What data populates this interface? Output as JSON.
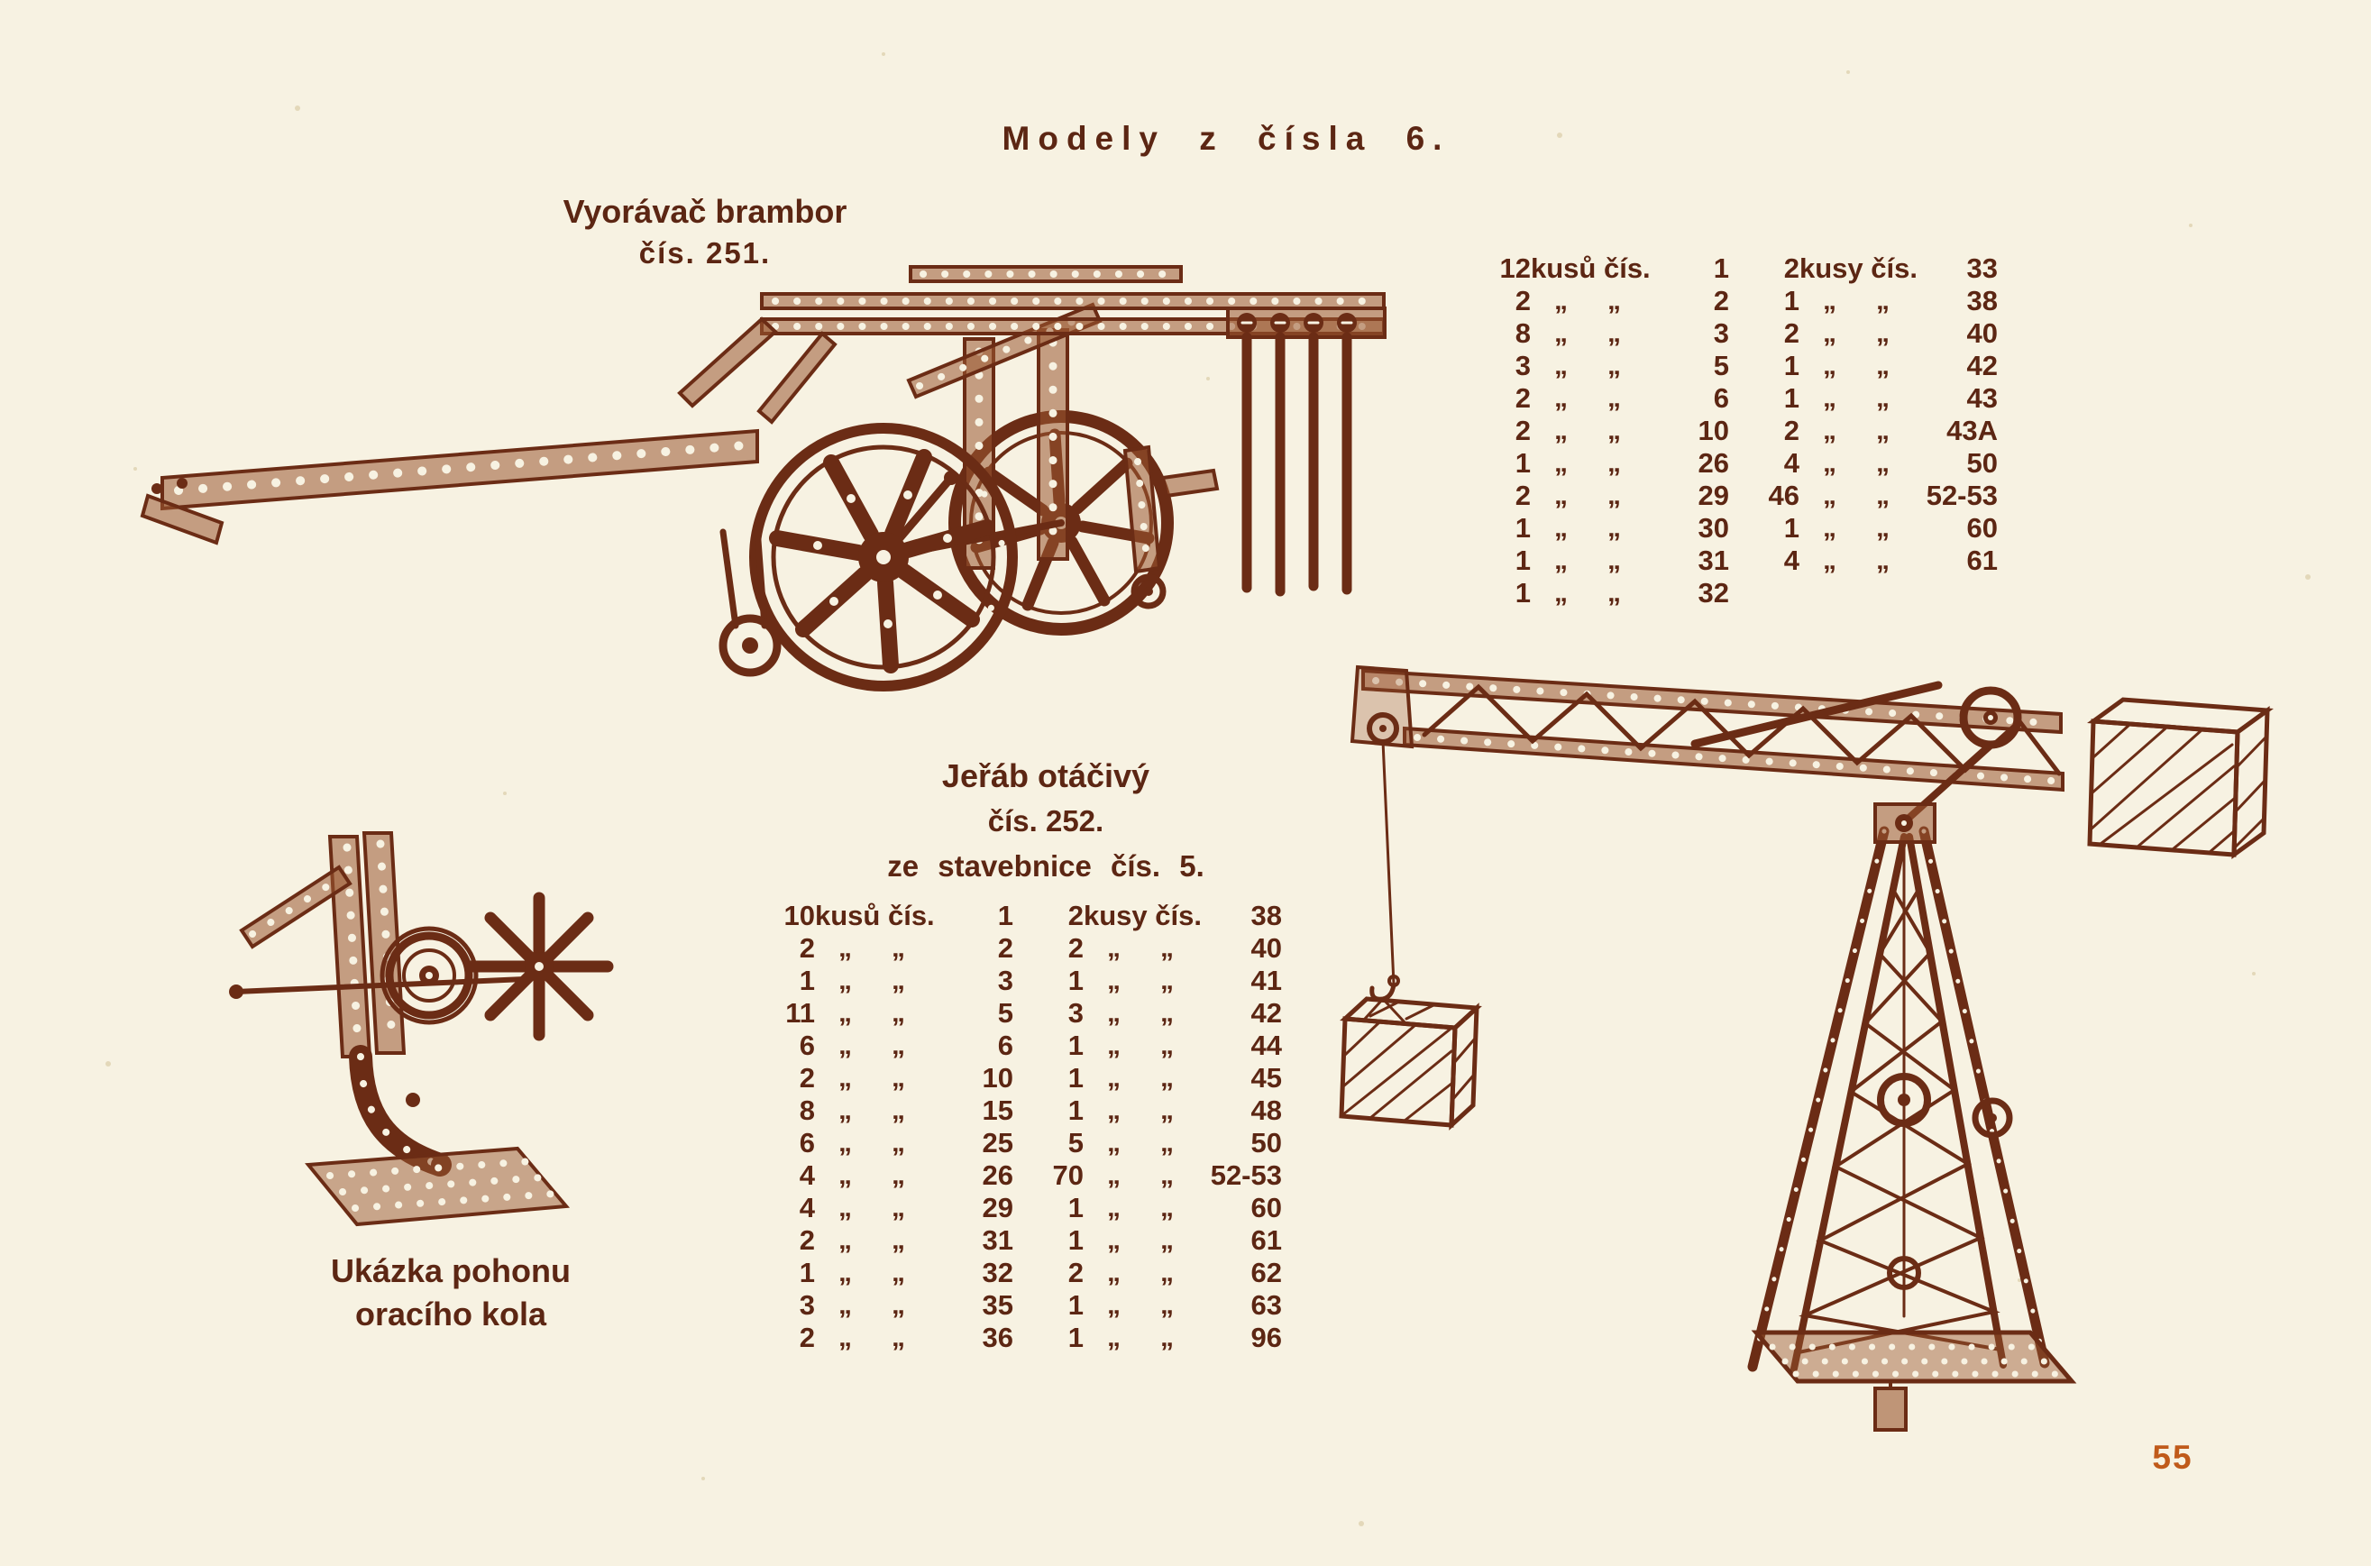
{
  "page": {
    "title": "Modely z čísla 6.",
    "page_number": "55",
    "ink_color": "#5c2613",
    "accent_color": "#c05a1a",
    "paper_color": "#f7f2e2"
  },
  "model_251": {
    "title": "Vyorávač brambor",
    "subtitle": "čís. 251.",
    "illustration": "potato-digger",
    "parts": {
      "ditto": "„",
      "left": {
        "header": {
          "qty": "12",
          "label": "kusů čís.",
          "num": "1"
        },
        "rows": [
          [
            "2",
            "2"
          ],
          [
            "8",
            "3"
          ],
          [
            "3",
            "5"
          ],
          [
            "2",
            "6"
          ],
          [
            "2",
            "10"
          ],
          [
            "1",
            "26"
          ],
          [
            "2",
            "29"
          ],
          [
            "1",
            "30"
          ],
          [
            "1",
            "31"
          ],
          [
            "1",
            "32"
          ]
        ]
      },
      "right": {
        "header": {
          "qty": "2",
          "label": "kusy čís.",
          "num": "33"
        },
        "rows": [
          [
            "1",
            "38"
          ],
          [
            "2",
            "40"
          ],
          [
            "1",
            "42"
          ],
          [
            "1",
            "43"
          ],
          [
            "2",
            "43A"
          ],
          [
            "4",
            "50"
          ],
          [
            "46",
            "52-53"
          ],
          [
            "1",
            "60"
          ],
          [
            "4",
            "61"
          ]
        ]
      }
    }
  },
  "model_252": {
    "title": "Jeřáb otáčivý",
    "subtitle": "čís. 252.",
    "note": "ze stavebnice čís. 5.",
    "illustration": "rotating-crane",
    "parts": {
      "ditto": "„",
      "left": {
        "header": {
          "qty": "10",
          "label": "kusů čís.",
          "num": "1"
        },
        "rows": [
          [
            "2",
            "2"
          ],
          [
            "1",
            "3"
          ],
          [
            "11",
            "5"
          ],
          [
            "6",
            "6"
          ],
          [
            "2",
            "10"
          ],
          [
            "8",
            "15"
          ],
          [
            "6",
            "25"
          ],
          [
            "4",
            "26"
          ],
          [
            "4",
            "29"
          ],
          [
            "2",
            "31"
          ],
          [
            "1",
            "32"
          ],
          [
            "3",
            "35"
          ],
          [
            "2",
            "36"
          ]
        ]
      },
      "right": {
        "header": {
          "qty": "2",
          "label": "kusy čís.",
          "num": "38"
        },
        "rows": [
          [
            "2",
            "40"
          ],
          [
            "1",
            "41"
          ],
          [
            "3",
            "42"
          ],
          [
            "1",
            "44"
          ],
          [
            "1",
            "45"
          ],
          [
            "1",
            "48"
          ],
          [
            "5",
            "50"
          ],
          [
            "70",
            "52-53"
          ],
          [
            "1",
            "60"
          ],
          [
            "1",
            "61"
          ],
          [
            "2",
            "62"
          ],
          [
            "1",
            "63"
          ],
          [
            "1",
            "96"
          ]
        ]
      }
    }
  },
  "drive_example": {
    "title_line1": "Ukázka pohonu",
    "title_line2": "oracího kola",
    "illustration": "plough-wheel-drive-detail"
  }
}
